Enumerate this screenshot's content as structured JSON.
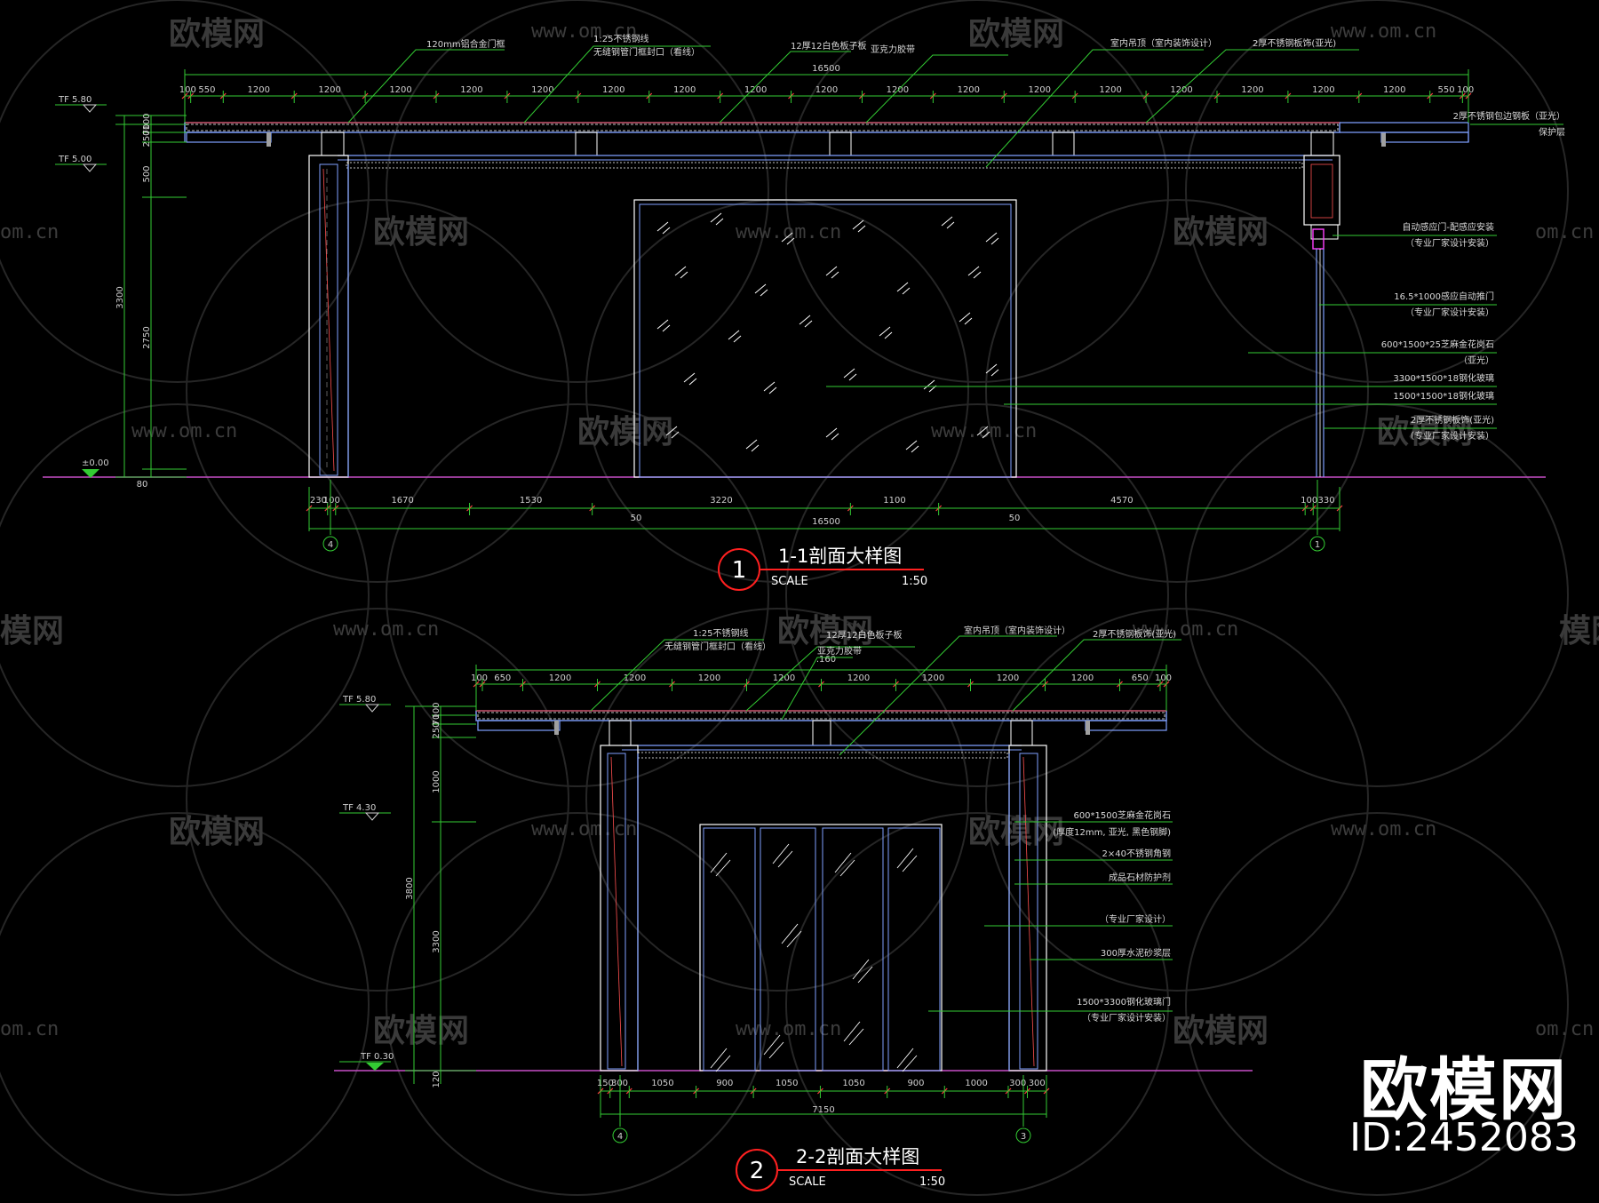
{
  "watermarks": {
    "url": "www.om.cn",
    "url_short": "om.cn",
    "brand": "欧模网",
    "brand_partial": "模网"
  },
  "brand": {
    "name": "欧模网",
    "id": "ID:2452083"
  },
  "section1": {
    "number": "1",
    "title": "1-1剖面大样图",
    "scale_label": "SCALE",
    "scale_value": "1:50",
    "levels": [
      "TF 5.80",
      "TF 5.00",
      "±0.00"
    ],
    "left_dims": [
      "100",
      "70",
      "250",
      "500",
      "3300",
      "2750",
      "80"
    ],
    "top_dims": [
      "100",
      "550",
      "1200",
      "1200",
      "1200",
      "1200",
      "1200",
      "1200",
      "1200",
      "1200",
      "1200",
      "1200",
      "1200",
      "1200",
      "1200",
      "1200",
      "1200",
      "1200",
      "1200",
      "550",
      "100"
    ],
    "top_total": "16500",
    "bottom_dims": [
      "230",
      "100",
      "1670",
      "1530",
      "3220",
      "1100",
      "4570",
      "100",
      "330"
    ],
    "bottom_marks": [
      "50",
      "50"
    ],
    "bottom_total": "16500",
    "axis_labels": [
      "4",
      "1"
    ],
    "notes_top": [
      "120mm铝合金门框",
      "1:25不锈钢线",
      "无缝钢管门框封口（看线）",
      "12厚12白色板子板",
      "亚克力胶带",
      "室内吊顶（室内装饰设计）",
      "2厚不锈钢板饰(亚光)"
    ],
    "notes_right": [
      "2厚不锈钢包边钢板（亚光）",
      "保护层",
      "自动感应门-配感应安装",
      "（专业厂家设计安装）",
      "16.5*1000感应自动推门",
      "（专业厂家设计安装）",
      "600*1500*25芝麻金花岗石",
      "（亚光）",
      "3300*1500*18钢化玻璃",
      "1500*1500*18钢化玻璃",
      "2厚不锈钢板饰(亚光)",
      "（专业厂家设计安装）"
    ]
  },
  "section2": {
    "number": "2",
    "title": "2-2剖面大样图",
    "scale_label": "SCALE",
    "scale_value": "1:50",
    "levels": [
      "TF 5.80",
      "TF 4.30",
      "TF 0.30"
    ],
    "left_dims": [
      "100",
      "70",
      "250",
      "1000",
      "3800",
      "3300",
      "120"
    ],
    "top_dims": [
      "100",
      "650",
      "1200",
      "1200",
      "1200",
      "1200",
      "1200",
      "1200",
      "1200",
      "1200",
      "650",
      "100"
    ],
    "top_extra": ".160",
    "bottom_dims": [
      "150",
      "300",
      "1050",
      "900",
      "1050",
      "1050",
      "900",
      "1000",
      "300",
      "300"
    ],
    "bottom_total": "7150",
    "axis_labels": [
      "4",
      "3"
    ],
    "notes_top": [
      "1:25不锈钢线",
      "无缝钢管门框封口（看线）",
      "12厚12白色板子板",
      "亚克力胶带",
      "室内吊顶（室内装饰设计）",
      "2厚不锈钢板饰(亚光)"
    ],
    "notes_right": [
      "600*1500芝麻金花岗石",
      "(厚度12mm, 亚光, 黑色钢脚)",
      "2×40不锈钢角钢",
      "成品石材防护剂",
      "（专业厂家设计）",
      "300厚水泥砂浆层",
      "1500*3300钢化玻璃门",
      "（专业厂家设计安装）"
    ]
  }
}
